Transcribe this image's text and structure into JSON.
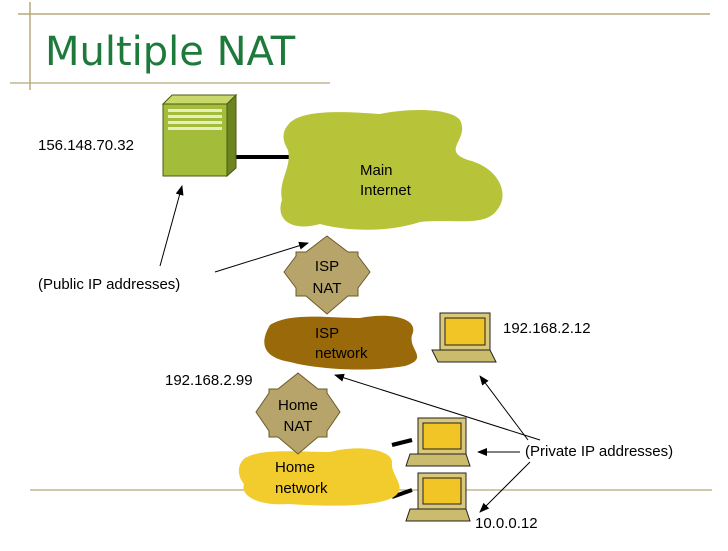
{
  "slide": {
    "title": "Multiple NAT",
    "colors": {
      "frame": "#b8a97a",
      "title": "#1e7a3a",
      "internet": "#b7c43a",
      "isp_network": "#9a6a0a",
      "home_network": "#f2cb2d",
      "nat_diamond": "#b7a46a",
      "server": "#a3bd3a",
      "laptop_screen": "#f2c526"
    }
  },
  "nodes": {
    "server_ip": "156.148.70.32",
    "internet_line1": "Main",
    "internet_line2": "Internet",
    "isp_nat_line1": "ISP",
    "isp_nat_line2": "NAT",
    "isp_network_line1": "ISP",
    "isp_network_line2": "network",
    "isp_laptop_ip": "192.168.2.12",
    "home_nat_ip": "192.168.2.99",
    "home_nat_line1": "Home",
    "home_nat_line2": "NAT",
    "home_network_line1": "Home",
    "home_network_line2": "network",
    "home_laptop_ip": "10.0.0.12"
  },
  "annotations": {
    "public": "(Public IP addresses)",
    "private": "(Private IP addresses)"
  }
}
